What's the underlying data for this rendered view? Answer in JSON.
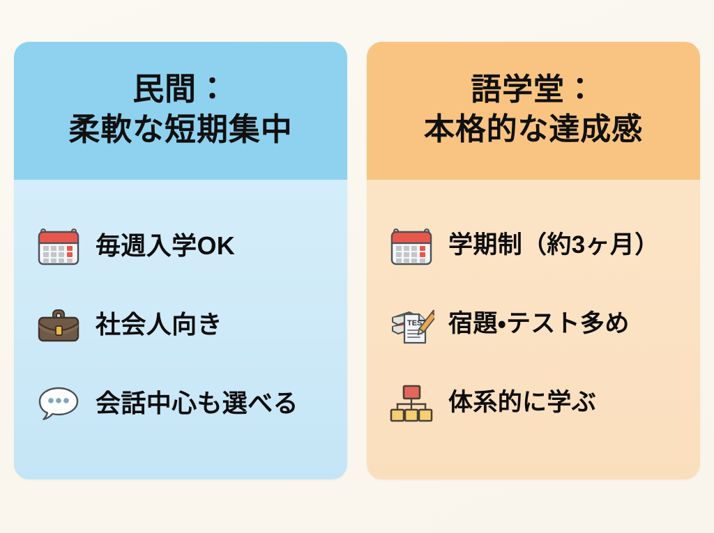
{
  "page": {
    "background_color": "#faf7f0",
    "layout": "two-column comparison cards"
  },
  "cards": [
    {
      "id": "private-school",
      "header_color": "#8ed2ef",
      "body_color": "#d0eaf8",
      "title_line1": "民間：",
      "title_line2": "柔軟な短期集中",
      "items": [
        {
          "icon": "calendar-icon",
          "label": "毎週入学OK"
        },
        {
          "icon": "briefcase-icon",
          "label": "社会人向き"
        },
        {
          "icon": "speech-balloon-icon",
          "label": "会話中心も選べる"
        }
      ]
    },
    {
      "id": "language-institute",
      "header_color": "#f9c481",
      "body_color": "#fbe2c3",
      "title_line1": "語学堂：",
      "title_line2": "本格的な達成感",
      "items": [
        {
          "icon": "calendar-icon",
          "label": "学期制（約3ヶ月）"
        },
        {
          "icon": "books-test-pencil-icon",
          "label": "宿題・テスト多め"
        },
        {
          "icon": "org-chart-icon",
          "label": "体系的に学ぶ"
        }
      ]
    }
  ],
  "colors": {
    "left_accent": "#8ed2ef",
    "right_accent": "#f9c481",
    "text": "#0d0d0d",
    "calendar_red": "#e8574c",
    "briefcase_brown": "#6f5a47",
    "books_green": "#3f9e7c",
    "org_chart_red": "#e4665c",
    "org_chart_yellow": "#f6cf73"
  }
}
